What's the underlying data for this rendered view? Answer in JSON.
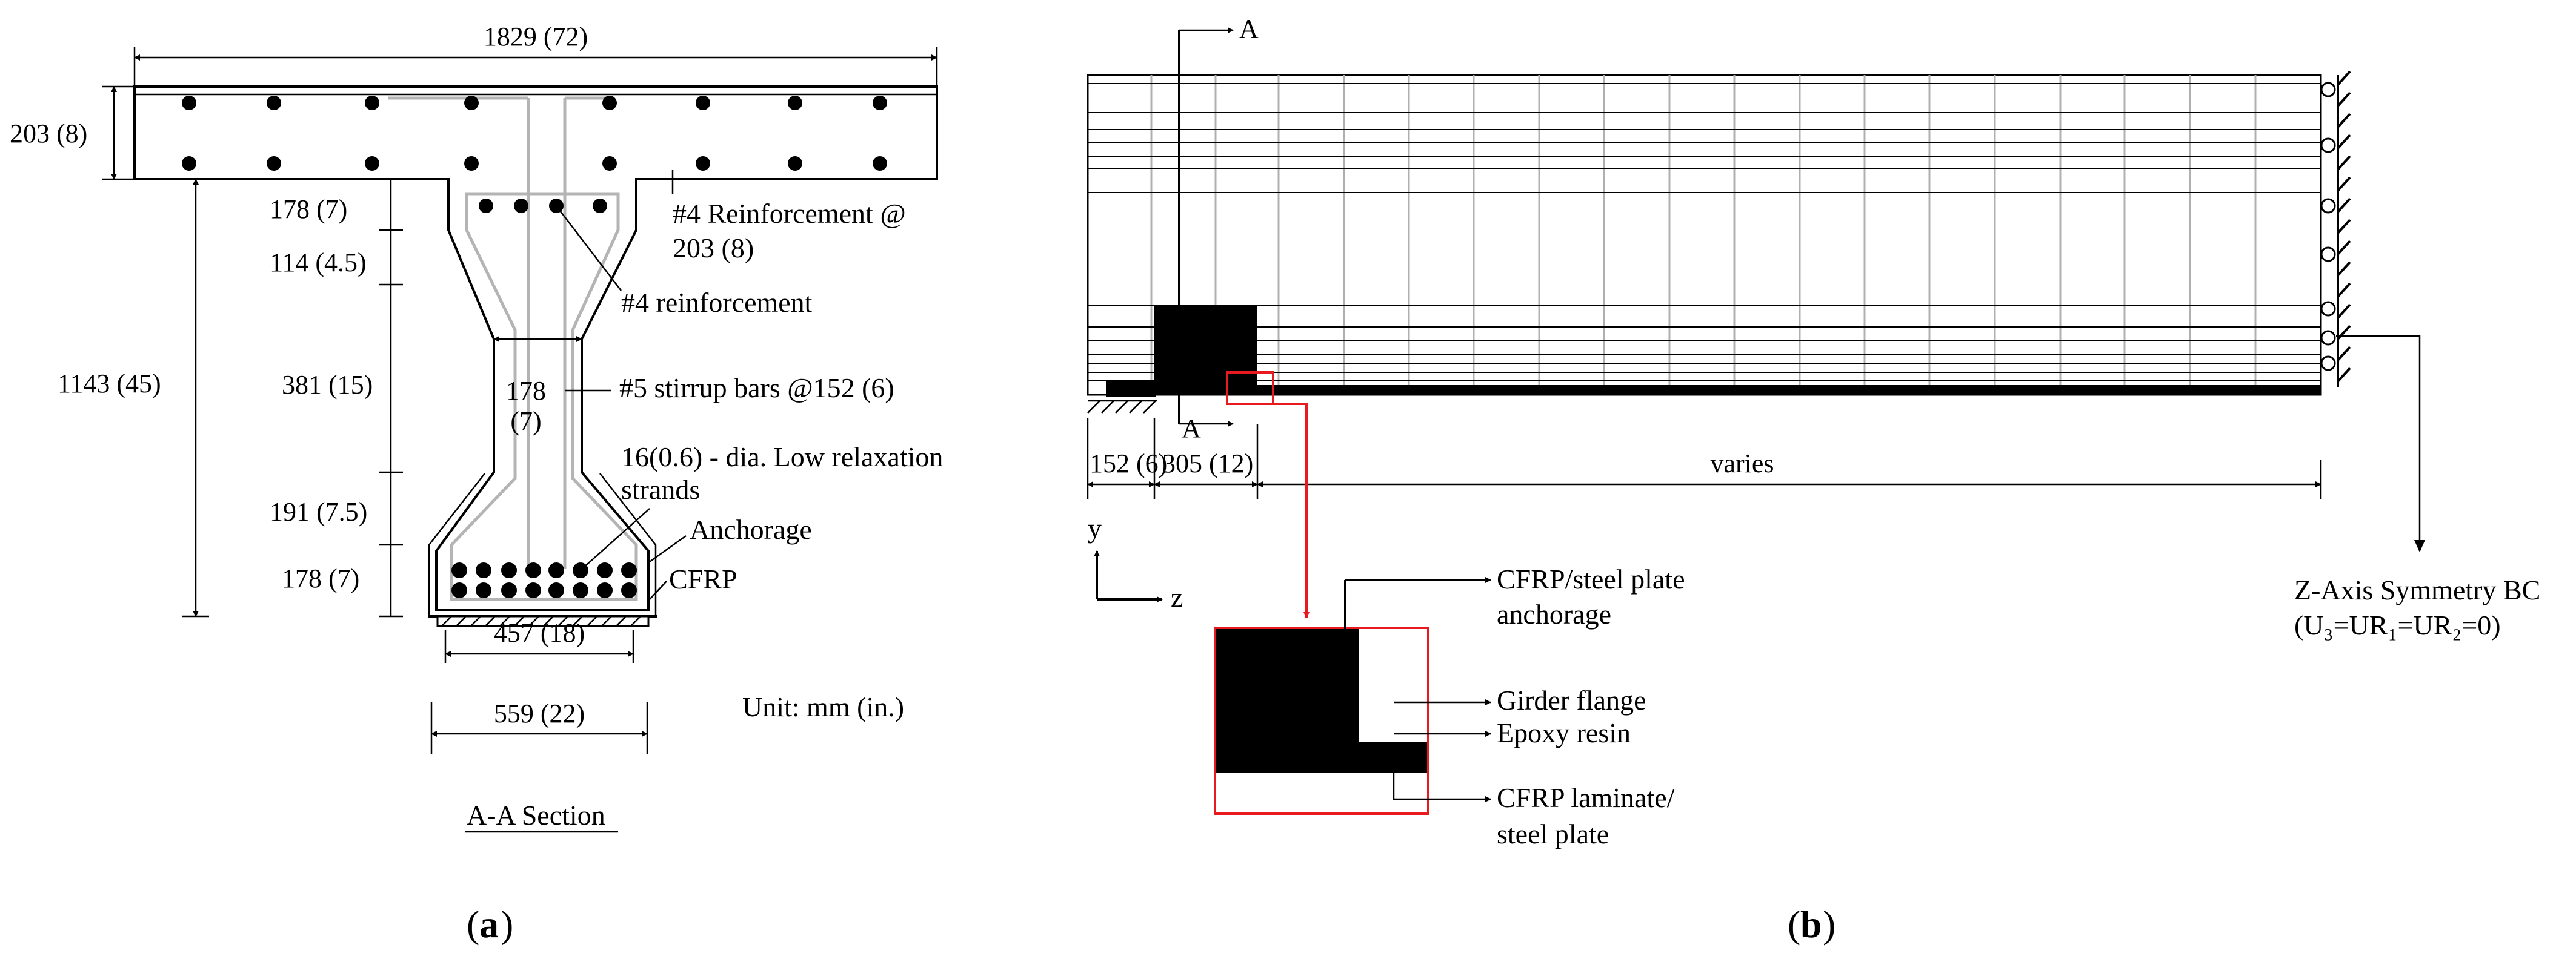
{
  "panel_a": {
    "dim_top_width": "1829 (72)",
    "dim_flange_depth": "203 (8)",
    "dim_overall_height": "1143 (45)",
    "dim_top_flange": "178 (7)",
    "dim_top_haunch": "114 (4.5)",
    "dim_web_height": "381 (15)",
    "dim_web_width_value": "178",
    "dim_web_width_unit": "(7)",
    "dim_bottom_haunch": "191 (7.5)",
    "dim_bottom_flange": "178 (7)",
    "dim_inner_bottom": "457 (18)",
    "dim_outer_bottom": "559 (22)",
    "label_reinf_line1": "#4 Reinforcement @",
    "label_reinf_line2": "203 (8)",
    "label_reinf_4": "#4 reinforcement",
    "label_stirrup": "#5 stirrup bars @152 (6)",
    "label_strands_line1": "16(0.6) - dia. Low relaxation",
    "label_strands_line2": "strands",
    "label_anchorage": "Anchorage",
    "label_cfrp": "CFRP",
    "unit_note": "Unit: mm (in.)",
    "section_title": "A-A Section",
    "caption_letter": "a"
  },
  "panel_b": {
    "section_marker_top": "A",
    "section_marker_bottom": "A",
    "dim_152": "152 (6)",
    "dim_305": "305 (12)",
    "dim_varies": "varies",
    "axis_y": "y",
    "axis_z": "z",
    "label_anchor_line1": "CFRP/steel plate",
    "label_anchor_line2": "anchorage",
    "label_girder_flange": "Girder flange",
    "label_epoxy": "Epoxy resin",
    "label_laminate_line1": "CFRP laminate/",
    "label_laminate_line2": "steel plate",
    "label_symmetry_line1": "Z-Axis Symmetry BC",
    "label_symmetry_line2": "(U₃=UR₁=UR₂=0)",
    "caption_letter": "b"
  },
  "colors": {
    "line": "#000000",
    "rebar": "#b4b4b4",
    "highlight": "#e8191f"
  }
}
